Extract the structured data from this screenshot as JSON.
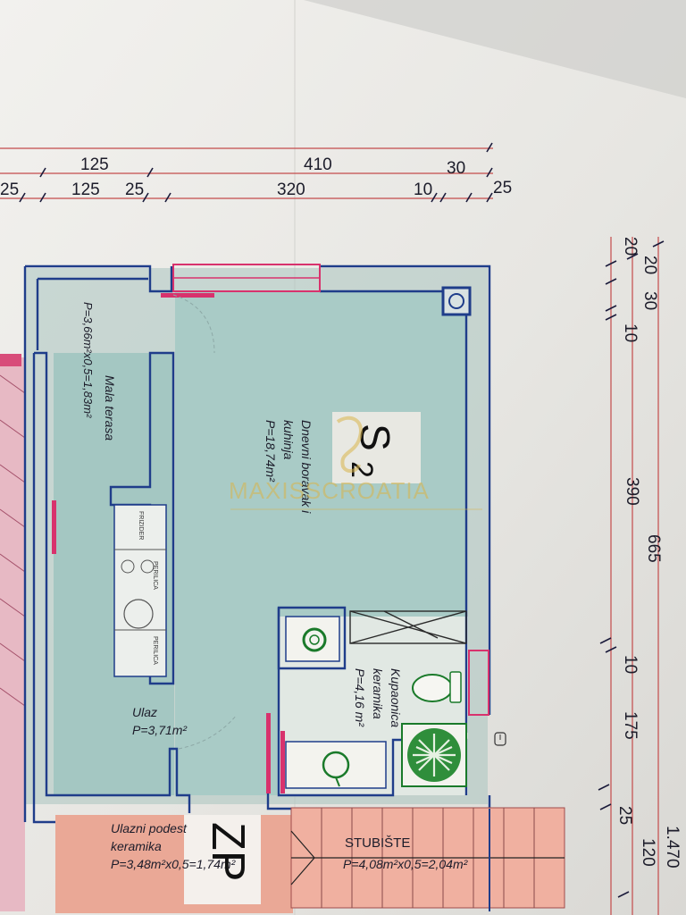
{
  "dimensions": {
    "top_row1": "125",
    "top_row1_b": "410",
    "top_row1_c": "30",
    "top_row2_a": "25",
    "top_row2_b": "125",
    "top_row2_c": "25",
    "top_row2_d": "320",
    "top_row2_e": "10",
    "top_row2_f": "25",
    "right_a": "20",
    "right_b": "20",
    "right_c": "30",
    "right_d": "10",
    "right_e": "390",
    "right_f": "665",
    "right_g": "10",
    "right_h": "175",
    "right_i": "25",
    "right_j": "120",
    "right_k": "1.470"
  },
  "rooms": {
    "terrace_name": "Mala terasa",
    "terrace_area": "P=3,66m²x0,5=1,83m²",
    "living_name_1": "Dnevni boravak i",
    "living_name_2": "kuhinja",
    "living_area": "P=18,74m²",
    "bathroom_name_1": "Kupaonica",
    "bathroom_name_2": "keramika",
    "bathroom_area": "P=4,16 m²",
    "entry_name": "Ulaz",
    "entry_area": "P=3,71m²",
    "landing_name_1": "Ulazni podest",
    "landing_name_2": "keramika",
    "landing_area": "P=3,48m²x0,5=1,74m²",
    "stairs_name": "STUBIŠTE",
    "stairs_area": "P=4,08m²x0,5=2,04m²"
  },
  "appliances": {
    "fridge": "FRIZIDER",
    "sink": "PERILICA",
    "washer": "PERILICA"
  },
  "labels": {
    "unit_tag_top": "S",
    "unit_tag_bottom": "2",
    "floor_tag": "ZP",
    "watermark": "MAXISSCROATIA"
  }
}
